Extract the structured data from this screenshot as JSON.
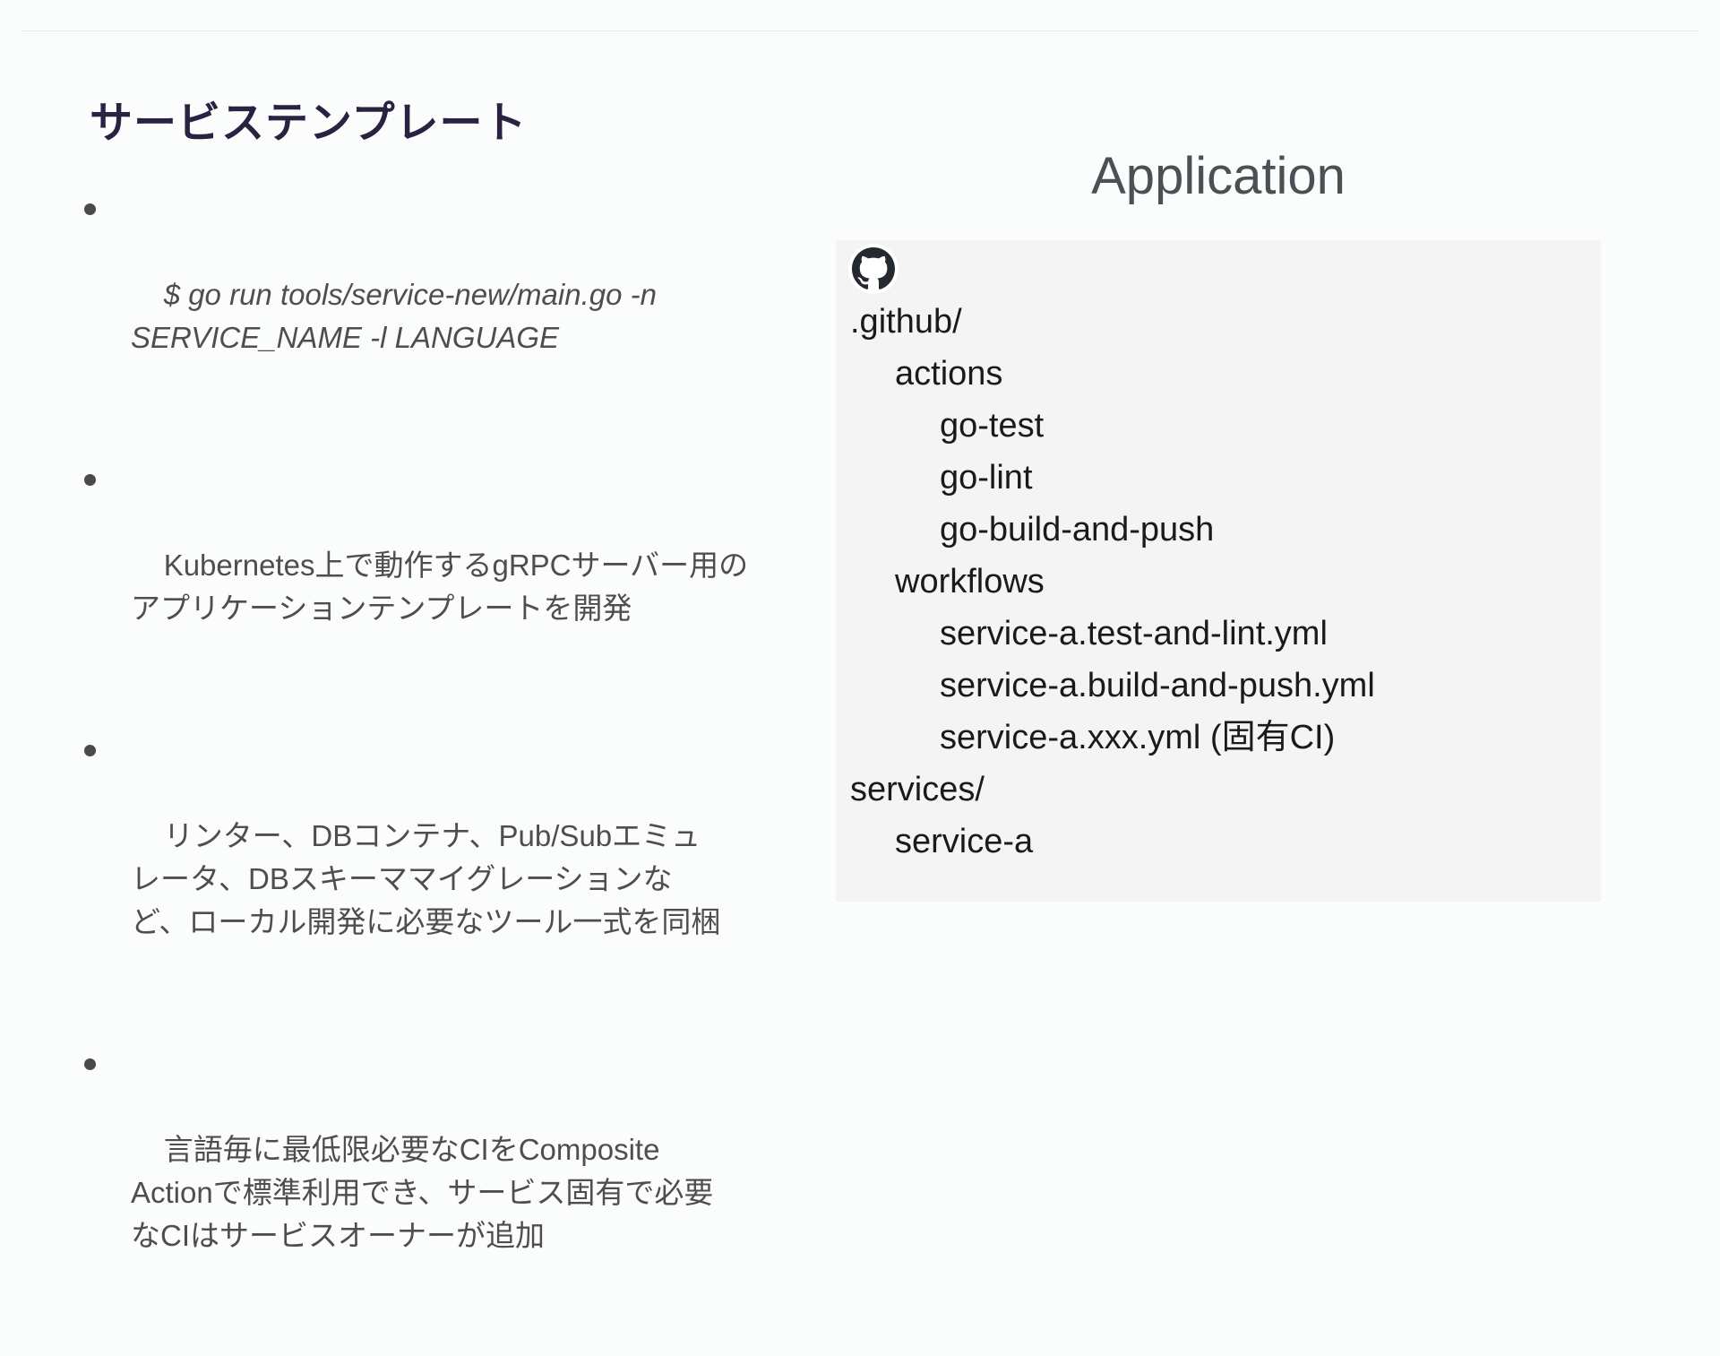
{
  "slide": {
    "title": "サービステンプレート",
    "bullets": [
      {
        "text": "$ go run tools/service-new/main.go -n\nSERVICE_NAME -l LANGUAGE",
        "italic": true
      },
      {
        "text": "Kubernetes上で動作するgRPCサーバー用の\nアプリケーションテンプレートを開発",
        "italic": false
      },
      {
        "text": "リンター、DBコンテナ、Pub/Subエミュ\nレータ、DBスキーママイグレーションな\nど、ローカル開発に必要なツール一式を同梱",
        "italic": false
      },
      {
        "text": "言語毎に最低限必要なCIをComposite\nActionで標準利用でき、サービス固有で必要\nなCIはサービスオーナーが追加",
        "italic": false
      }
    ],
    "right_panel": {
      "title": "Application",
      "icon": "github-octocat-icon",
      "tree": [
        {
          "label": ".github/",
          "level": 0
        },
        {
          "label": "actions",
          "level": 1
        },
        {
          "label": "go-test",
          "level": 2
        },
        {
          "label": "go-lint",
          "level": 2
        },
        {
          "label": "go-build-and-push",
          "level": 2
        },
        {
          "label": "workflows",
          "level": 1
        },
        {
          "label": "service-a.test-and-lint.yml",
          "level": 2
        },
        {
          "label": "service-a.build-and-push.yml",
          "level": 2
        },
        {
          "label": "service-a.xxx.yml (固有CI)",
          "level": 2
        },
        {
          "label": "services/",
          "level": 0
        },
        {
          "label": "service-a",
          "level": 1
        }
      ]
    },
    "colors": {
      "title": "#2b2140",
      "body_text": "#4e4e50",
      "tree_text": "#1a1a1a",
      "panel_bg": "#f4f4f5",
      "right_title_gray": "#4c5055",
      "divider": "#e7e9e9",
      "github_mark": "#24292f",
      "page_bg": "#fbfdfd"
    }
  }
}
